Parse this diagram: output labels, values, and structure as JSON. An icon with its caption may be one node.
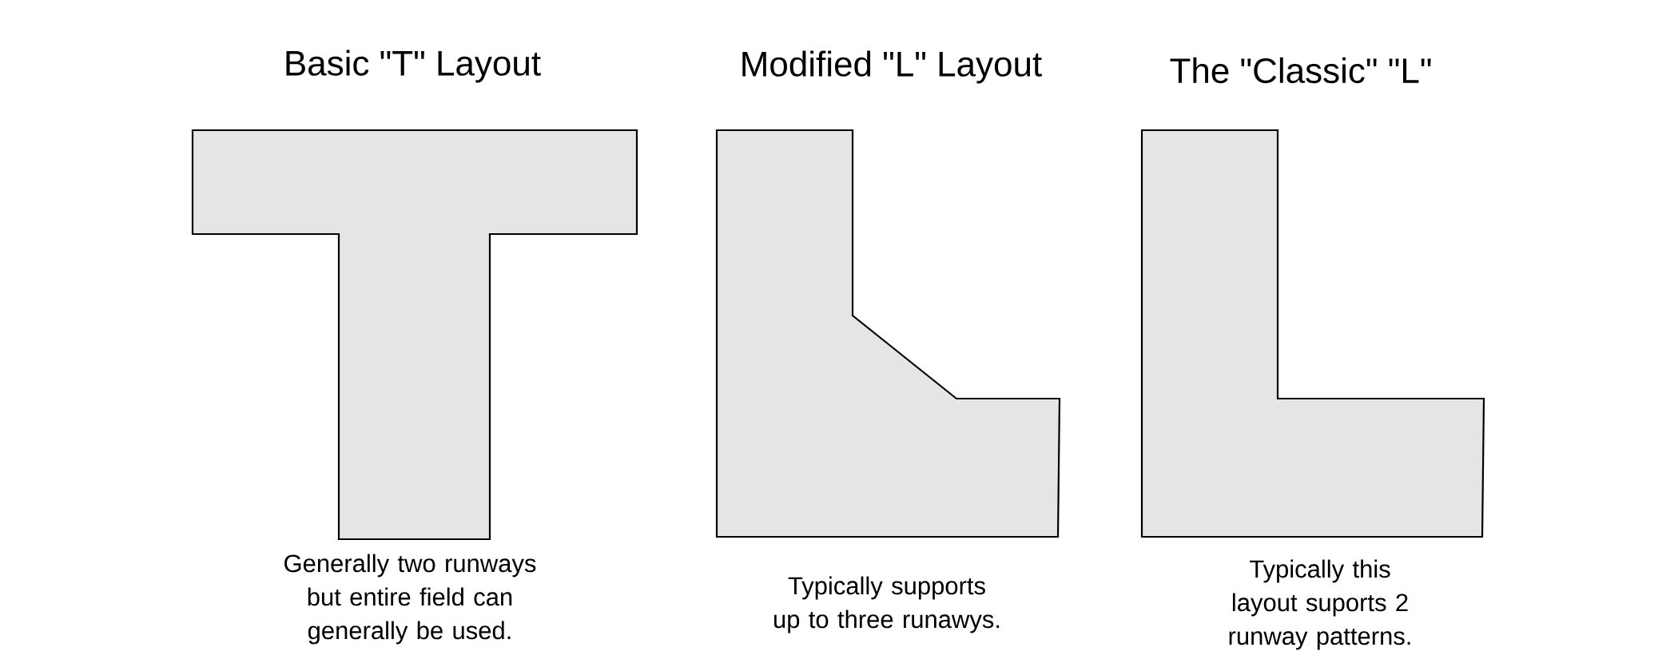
{
  "diagram": {
    "nodes": [
      {
        "text": [
          "Basic \"T\" Layout",
          "Generally two runways but entire field can generally be used."
        ]
      },
      {
        "text": [
          "Modified \"L\" Layout",
          "Typically supports up to three runawys."
        ]
      },
      {
        "text": [
          "The \"Classic\" \"L\"",
          "Typically this layout suports 2 runway patterns."
        ]
      }
    ]
  }
}
